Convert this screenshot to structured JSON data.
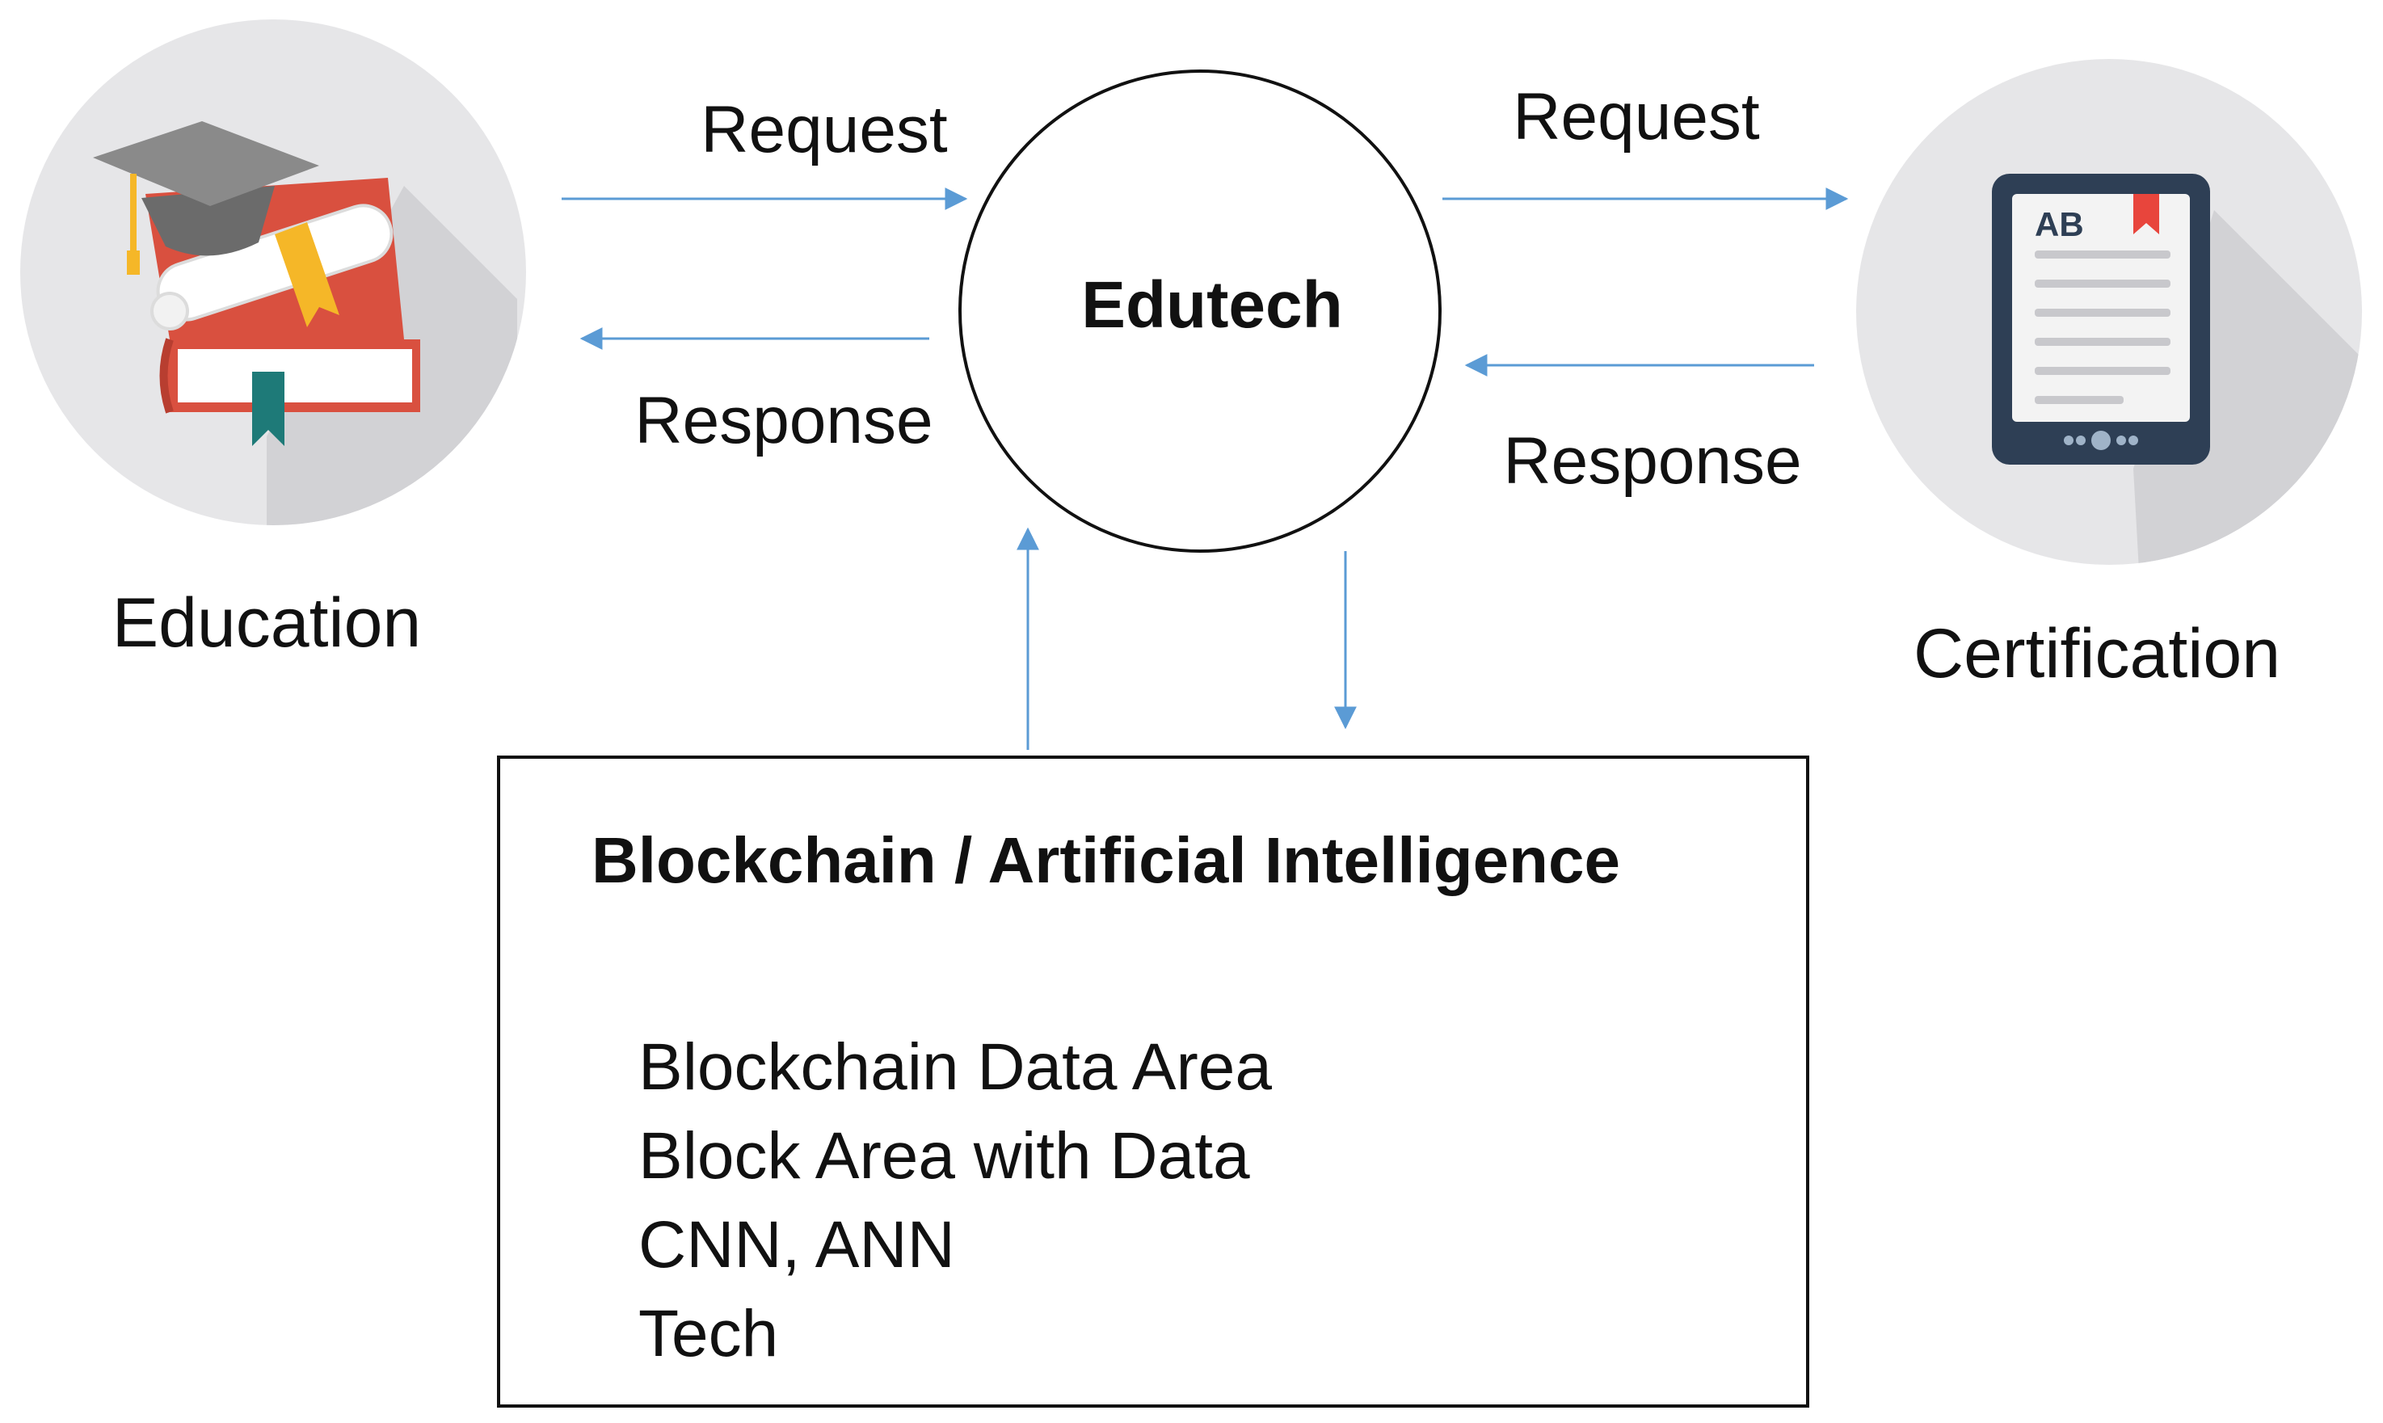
{
  "nodes": {
    "education": {
      "label": "Education",
      "icon": "graduation-books-icon"
    },
    "edutech": {
      "label": "Edutech"
    },
    "certification": {
      "label": "Certification",
      "icon": "certificate-tablet-icon",
      "tablet_text": "AB"
    }
  },
  "edges": {
    "edu_request": "Request",
    "edu_response": "Response",
    "cert_request": "Request",
    "cert_response": "Response"
  },
  "tech_box": {
    "title": "Blockchain / Artificial Intelligence",
    "items": [
      "Blockchain Data Area",
      "Block Area with Data",
      "CNN, ANN",
      "Tech"
    ]
  },
  "colors": {
    "arrow": "#5b9bd5",
    "icon_bg": "#e6e6e8",
    "icon_shadow": "#d2d2d5",
    "book_red": "#d9503f",
    "cap_gray": "#6b6b6b",
    "ribbon_gold": "#f5b728",
    "bookmark_teal": "#1e7a78",
    "tablet_navy": "#2e3f55",
    "tablet_screen": "#f3f3f3",
    "bookmark_red": "#e8453c"
  }
}
